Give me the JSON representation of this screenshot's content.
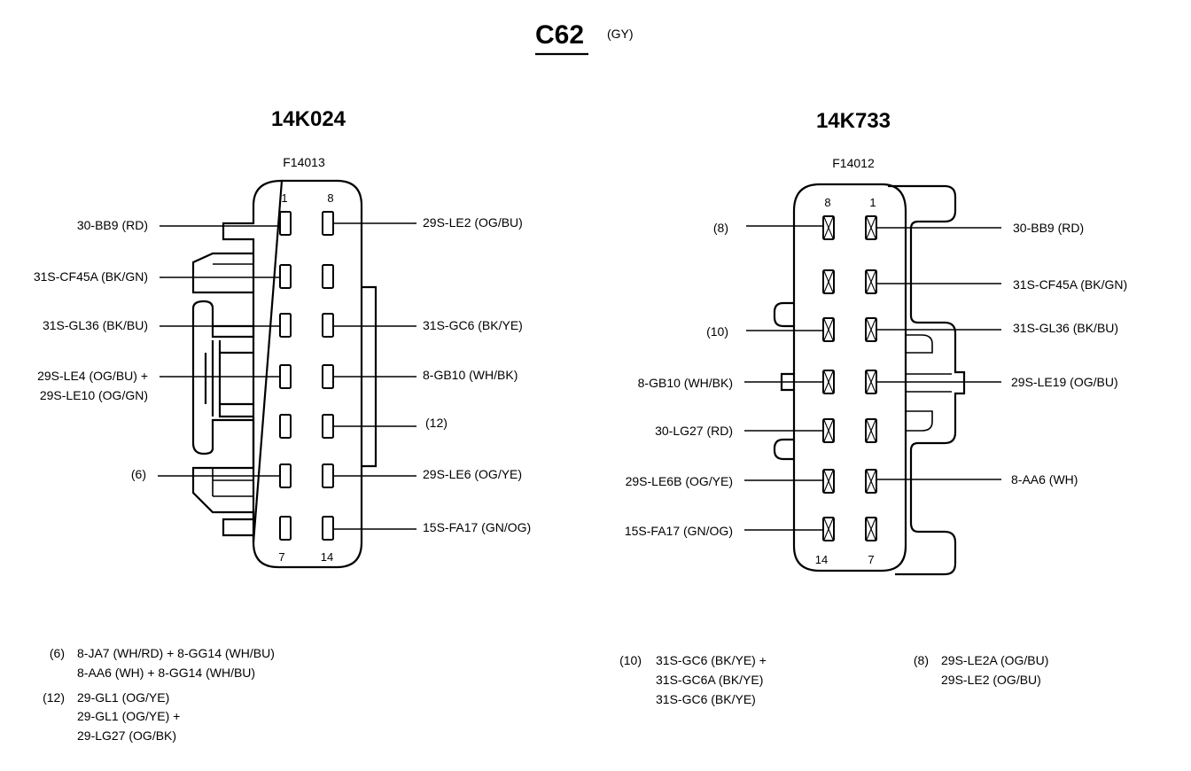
{
  "connector": {
    "name": "C62",
    "color": "(GY)"
  },
  "left": {
    "part": "14K024",
    "sub": "F14013",
    "pins_top": [
      "1",
      "8"
    ],
    "pins_bottom": [
      "7",
      "14"
    ],
    "left_labels": [
      "30-BB9 (RD)",
      "31S-CF45A (BK/GN)",
      "31S-GL36 (BK/BU)",
      "29S-LE4 (OG/BU) +",
      "29S-LE10 (OG/GN)",
      "(6)"
    ],
    "right_labels": [
      "29S-LE2 (OG/BU)",
      "31S-GC6 (BK/YE)",
      "8-GB10 (WH/BK)",
      "(12)",
      "29S-LE6 (OG/YE)",
      "15S-FA17 (GN/OG)"
    ]
  },
  "right": {
    "part": "14K733",
    "sub": "F14012",
    "pins_top": [
      "8",
      "1"
    ],
    "pins_bottom": [
      "14",
      "7"
    ],
    "left_labels": [
      "(8)",
      "(10)",
      "8-GB10 (WH/BK)",
      "30-LG27 (RD)",
      "29S-LE6B (OG/YE)",
      "15S-FA17 (GN/OG)"
    ],
    "right_labels": [
      "30-BB9 (RD)",
      "31S-CF45A (BK/GN)",
      "31S-GL36 (BK/BU)",
      "29S-LE19 (OG/BU)",
      "8-AA6 (WH)"
    ]
  },
  "notes": {
    "n6": {
      "key": "(6)",
      "lines": [
        "8-JA7 (WH/RD) + 8-GG14 (WH/BU)",
        "8-AA6 (WH) + 8-GG14 (WH/BU)"
      ]
    },
    "n12": {
      "key": "(12)",
      "lines": [
        "29-GL1 (OG/YE)",
        "29-GL1 (OG/YE) +",
        "29-LG27 (OG/BK)"
      ]
    },
    "n10": {
      "key": "(10)",
      "lines": [
        "31S-GC6 (BK/YE) +",
        "31S-GC6A (BK/YE)",
        "31S-GC6 (BK/YE)"
      ]
    },
    "n8": {
      "key": "(8)",
      "lines": [
        "29S-LE2A (OG/BU)",
        "29S-LE2 (OG/BU)"
      ]
    }
  }
}
